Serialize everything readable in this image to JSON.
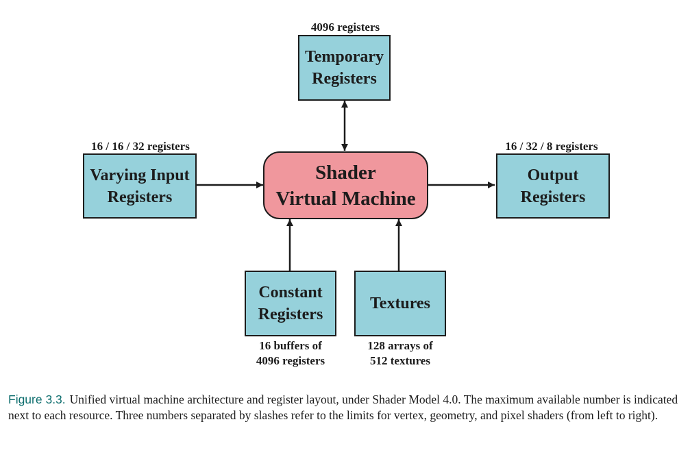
{
  "colors": {
    "register_box_fill": "#96d1db",
    "virtual_machine_fill": "#f0979d",
    "caption_label": "#0e6e6e",
    "line": "#1c1c1c"
  },
  "nodes": {
    "temporary": {
      "lines": [
        "Temporary",
        "Registers"
      ],
      "limit": "4096 registers"
    },
    "varying_input": {
      "lines": [
        "Varying Input",
        "Registers"
      ],
      "limit": "16 / 16 / 32 registers"
    },
    "virtual_machine": {
      "lines": [
        "Shader",
        "Virtual Machine"
      ]
    },
    "output": {
      "lines": [
        "Output",
        "Registers"
      ],
      "limit": "16 / 32 / 8 registers"
    },
    "constant": {
      "lines": [
        "Constant",
        "Registers"
      ],
      "limit_lines": [
        "16 buffers of",
        "4096 registers"
      ]
    },
    "textures": {
      "lines": [
        "Textures"
      ],
      "limit_lines": [
        "128 arrays of",
        "512 textures"
      ]
    }
  },
  "edges": [
    {
      "from": "temporary",
      "to": "virtual_machine",
      "direction": "both"
    },
    {
      "from": "varying_input",
      "to": "virtual_machine",
      "direction": "forward"
    },
    {
      "from": "virtual_machine",
      "to": "output",
      "direction": "forward"
    },
    {
      "from": "constant",
      "to": "virtual_machine",
      "direction": "forward"
    },
    {
      "from": "textures",
      "to": "virtual_machine",
      "direction": "forward"
    }
  ],
  "caption": {
    "label": "Figure 3.3.",
    "text": "Unified virtual machine architecture and register layout, under Shader Model 4.0. The maximum available number is indicated next to each resource. Three numbers separated by slashes refer to the limits for vertex, geometry, and pixel shaders (from left to right)."
  }
}
